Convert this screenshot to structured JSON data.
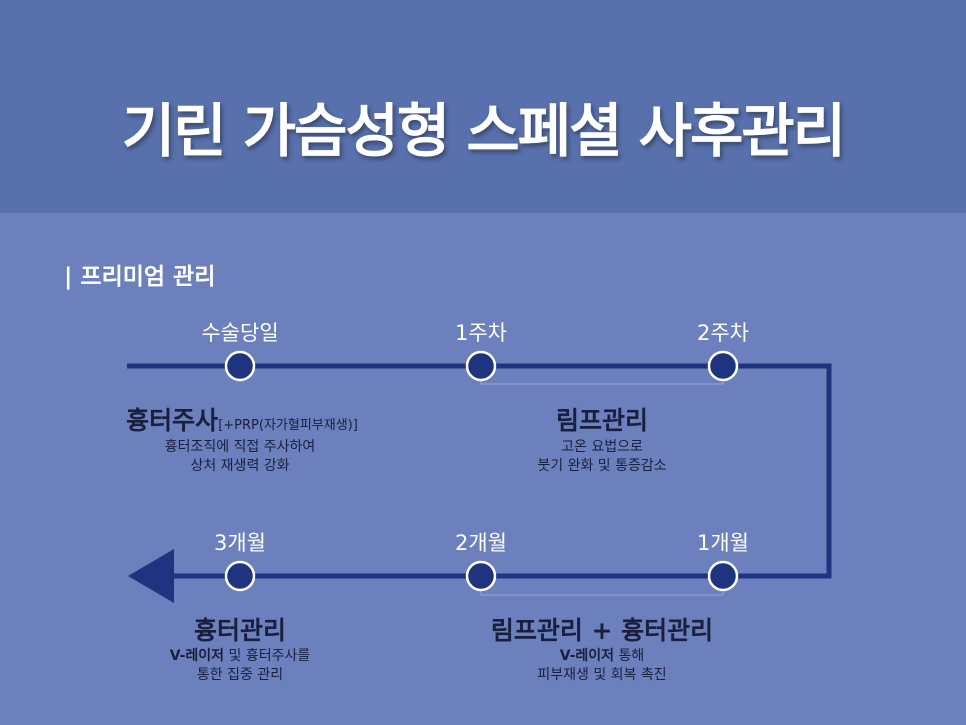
{
  "header": {
    "title": "기린 가슴성형 스페셜 사후관리"
  },
  "section": {
    "label": "| 프리미엄 관리"
  },
  "milestones": [
    {
      "label": "수술당일"
    },
    {
      "label": "1주차"
    },
    {
      "label": "2주차"
    },
    {
      "label": "1개월"
    },
    {
      "label": "2개월"
    },
    {
      "label": "3개월"
    }
  ],
  "care": [
    {
      "title": "흉터주사",
      "title_suffix": "[+PRP(자가혈피부재생)]",
      "lines": [
        "흉터조직에 직접 주사하여",
        "상처 재생력 강화"
      ]
    },
    {
      "title": "림프관리",
      "lines": [
        "고온 요법으로",
        "붓기 완화 및 통증감소"
      ]
    },
    {
      "title": "림프관리 + 흉터관리",
      "line1_bold": "V-레이저",
      "line1_rest": " 통해",
      "line2": "피부재생 및 회복 촉진"
    },
    {
      "title": "흉터관리",
      "line1_bold": "V-레이저",
      "line1_rest": " 및 흉터주사를",
      "line2": "통한 집중 관리"
    }
  ],
  "colors": {
    "header_bg": "#5870ab",
    "body_bg": "#6b80bd",
    "line": "#1f3480",
    "node_fill": "#1f3480",
    "node_stroke": "#ffffff",
    "connector": "#8b9bce",
    "text_dark": "#1a1f3d"
  }
}
